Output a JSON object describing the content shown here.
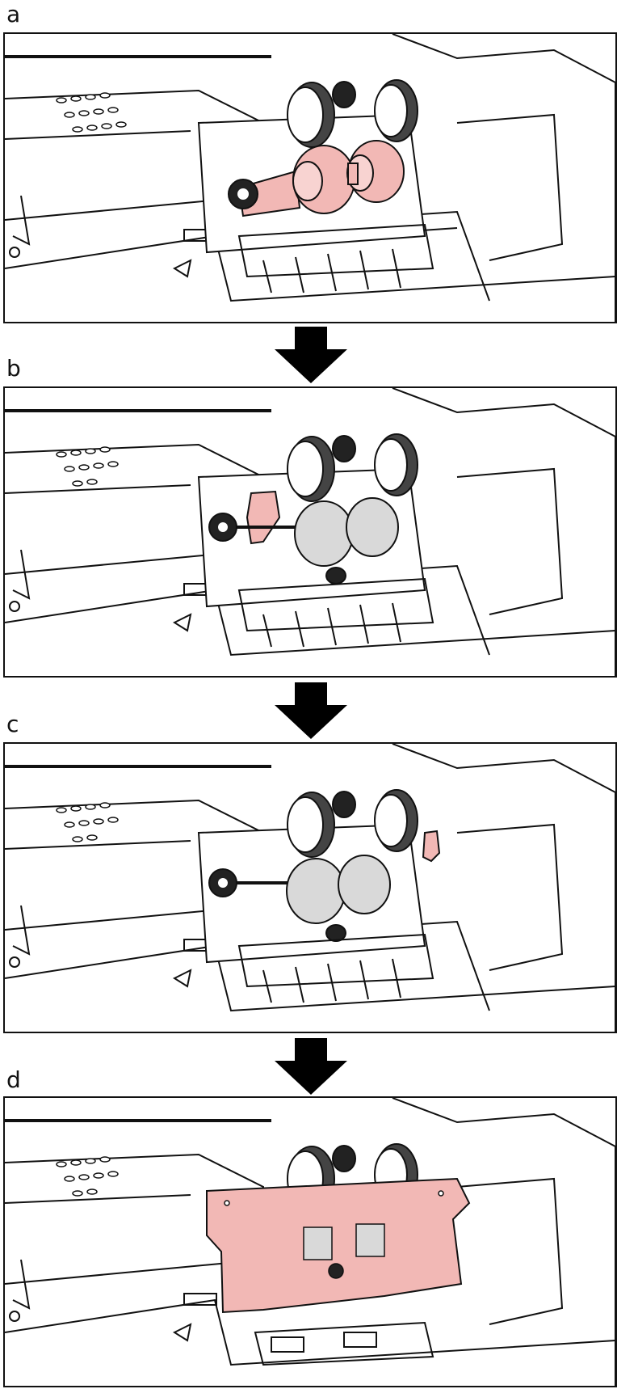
{
  "steps": [
    {
      "label": "a",
      "highlight": "pick-roller-assembly"
    },
    {
      "label": "b",
      "highlight": "left-lever"
    },
    {
      "label": "c",
      "highlight": "right-lever"
    },
    {
      "label": "d",
      "highlight": "roller-cover"
    }
  ],
  "colors": {
    "highlight": "#f2b8b5",
    "line": "#111111",
    "background": "#ffffff",
    "roller_gray": "#d9d9d9"
  }
}
